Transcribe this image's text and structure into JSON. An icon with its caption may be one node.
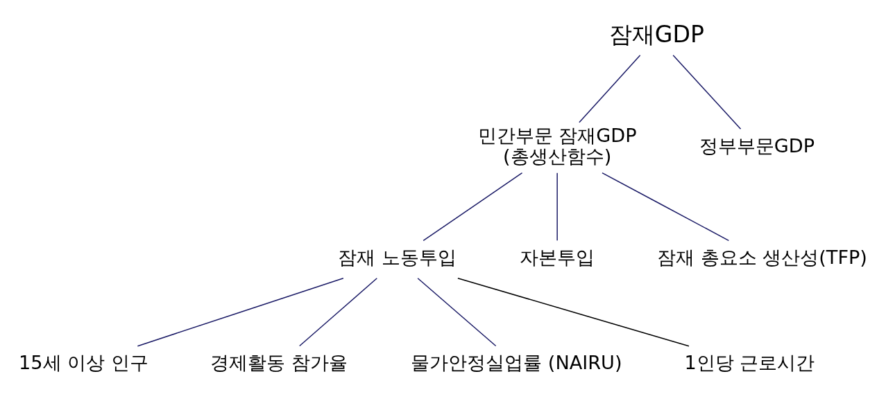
{
  "diagram": {
    "nodes": [
      {
        "text": [
          "잠재GDP"
        ]
      },
      {
        "text": [
          "민간부문 잠재GDP",
          "(총생산함수)"
        ]
      },
      {
        "text": [
          "정부부문GDP"
        ]
      },
      {
        "text": [
          "잠재 노동투입"
        ]
      },
      {
        "text": [
          "자본투입"
        ]
      },
      {
        "text": [
          "잠재 총요소 생산성(TFP)"
        ]
      },
      {
        "text": [
          "15세 이상 인구"
        ]
      },
      {
        "text": [
          "경제활동 참가율"
        ]
      },
      {
        "text": [
          "물가안정실업률 (NAIRU)"
        ]
      },
      {
        "text": [
          "1인당 근로시간"
        ]
      }
    ],
    "edges": [
      {
        "from": 0,
        "to": 1,
        "arrow": "none"
      },
      {
        "from": 0,
        "to": 2,
        "arrow": "none"
      },
      {
        "from": 1,
        "to": 3,
        "arrow": "none"
      },
      {
        "from": 1,
        "to": 4,
        "arrow": "none"
      },
      {
        "from": 1,
        "to": 5,
        "arrow": "none"
      },
      {
        "from": 3,
        "to": 6,
        "arrow": "none"
      },
      {
        "from": 3,
        "to": 7,
        "arrow": "none"
      },
      {
        "from": 3,
        "to": 8,
        "arrow": "none"
      },
      {
        "from": 3,
        "to": 9,
        "arrow": "none",
        "color": "#000000"
      }
    ]
  }
}
